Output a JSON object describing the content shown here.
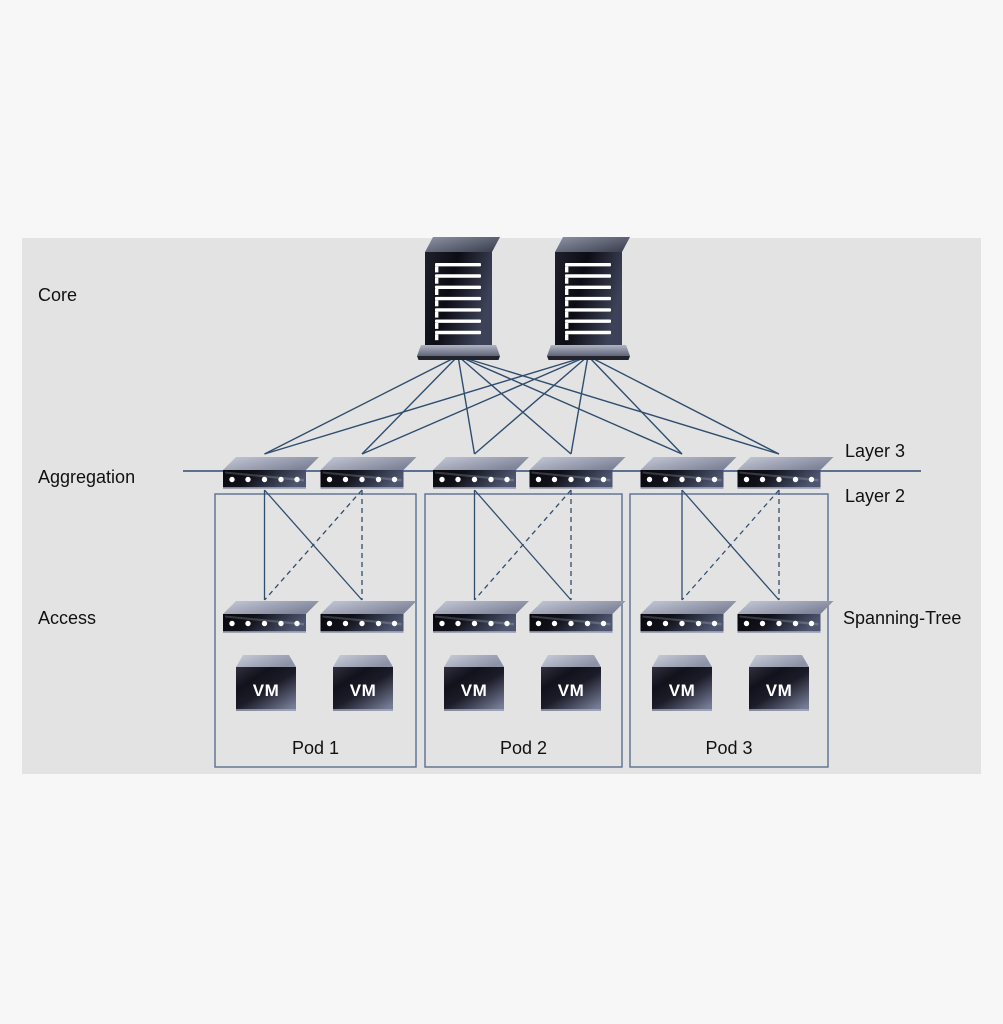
{
  "labels": {
    "core": "Core",
    "aggregation": "Aggregation",
    "access": "Access",
    "layer3": "Layer 3",
    "layer2": "Layer 2",
    "spanning_tree": "Spanning-Tree"
  },
  "pods": [
    {
      "label": "Pod 1",
      "vms": [
        "VM",
        "VM"
      ]
    },
    {
      "label": "Pod 2",
      "vms": [
        "VM",
        "VM"
      ]
    },
    {
      "label": "Pod 3",
      "vms": [
        "VM",
        "VM"
      ]
    }
  ],
  "devices": {
    "core_switches": 2,
    "aggregation_switches": 6,
    "access_switches_per_pod": 2,
    "vms_per_pod": 2
  },
  "links": {
    "core_to_aggregation": "solid full mesh",
    "aggregation_to_access_active": "solid",
    "aggregation_to_access_blocked": "dashed"
  },
  "colors": {
    "page_bg": "#f7f7f7",
    "panel_bg": "#e3e3e4",
    "link": "#2f4d6e",
    "boundary_line": "#5c7090",
    "pod_border": "#5c7090",
    "text": "#111111",
    "vm_text": "#ffffff"
  }
}
